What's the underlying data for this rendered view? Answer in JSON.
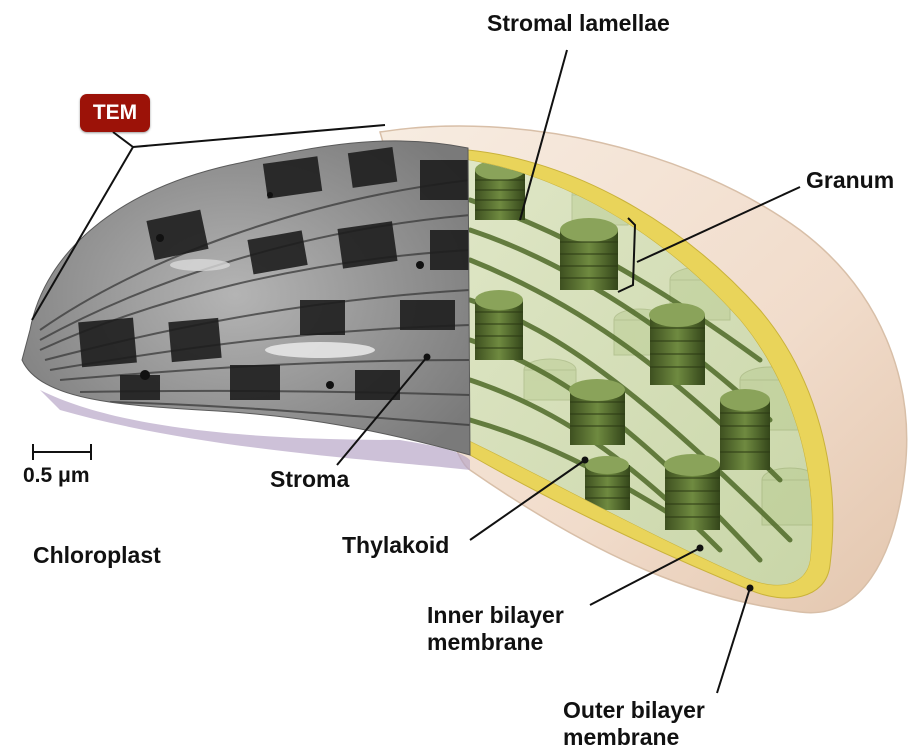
{
  "labels": {
    "stromal_lamellae": "Stromal lamellae",
    "granum": "Granum",
    "stroma": "Stroma",
    "thylakoid": "Thylakoid",
    "inner_membrane": "Inner bilayer\nmembrane",
    "outer_membrane": "Outer bilayer\nmembrane",
    "chloroplast": "Chloroplast",
    "tem": "TEM",
    "scale": "0.5 μm"
  },
  "colors": {
    "tem_badge": "#9c1208",
    "granum_green": "#556b2f",
    "membrane_yellow": "#e9d45a",
    "outer_envelope": "#f3e4d6",
    "tem_gray": "#9a9a9a"
  }
}
